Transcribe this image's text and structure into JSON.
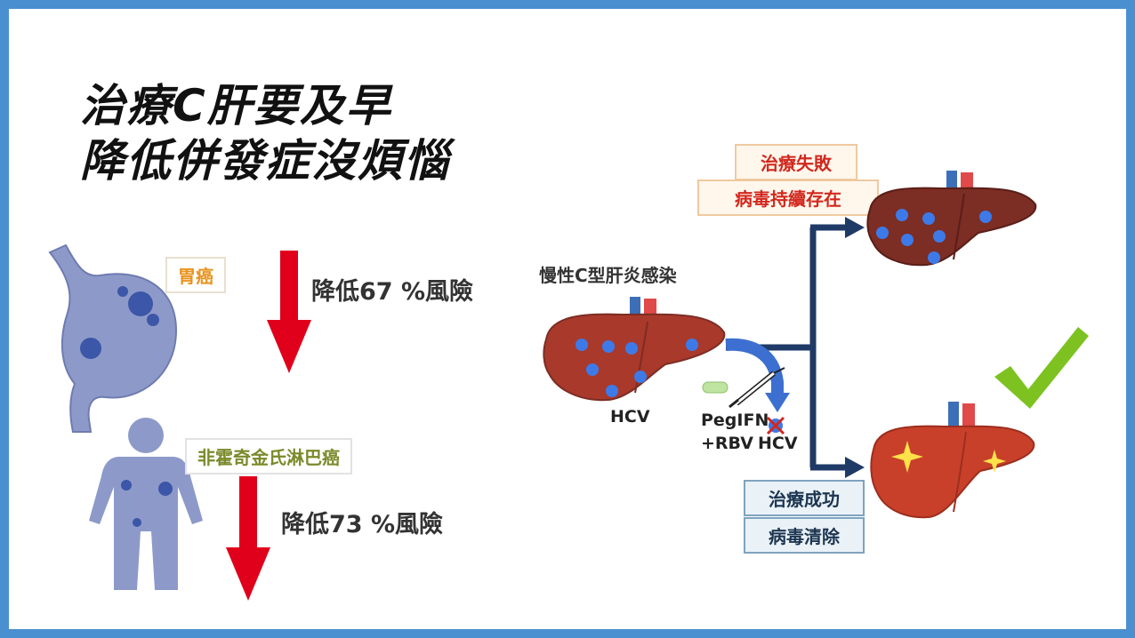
{
  "title": {
    "line1": "治療C肝要及早",
    "line2": "降低併發症沒煩惱"
  },
  "left": {
    "stomach_label": "胃癌",
    "stomach_risk": "降低67 %風險",
    "lymphoma_label": "非霍奇金氏淋巴癌",
    "lymphoma_risk": "降低73 %風險"
  },
  "right": {
    "chronic_label": "慢性C型肝炎感染",
    "hcv_label": "HCV",
    "treatment_line1": "PegIFN",
    "treatment_line2": "+RBV",
    "hcv_crossed": "HCV",
    "fail_label": "治療失敗",
    "fail_detail": "病毒持續存在",
    "success_label": "治療成功",
    "success_detail": "病毒清除"
  },
  "colors": {
    "border_blue": "#4a8fd0",
    "arrow_red": "#e0001b",
    "flow_navy": "#1f3a66",
    "liver_dark": "#7c2d24",
    "liver_healthy": "#c8402a",
    "virus_blue": "#3d7ae8",
    "check_green": "#7dc220"
  }
}
